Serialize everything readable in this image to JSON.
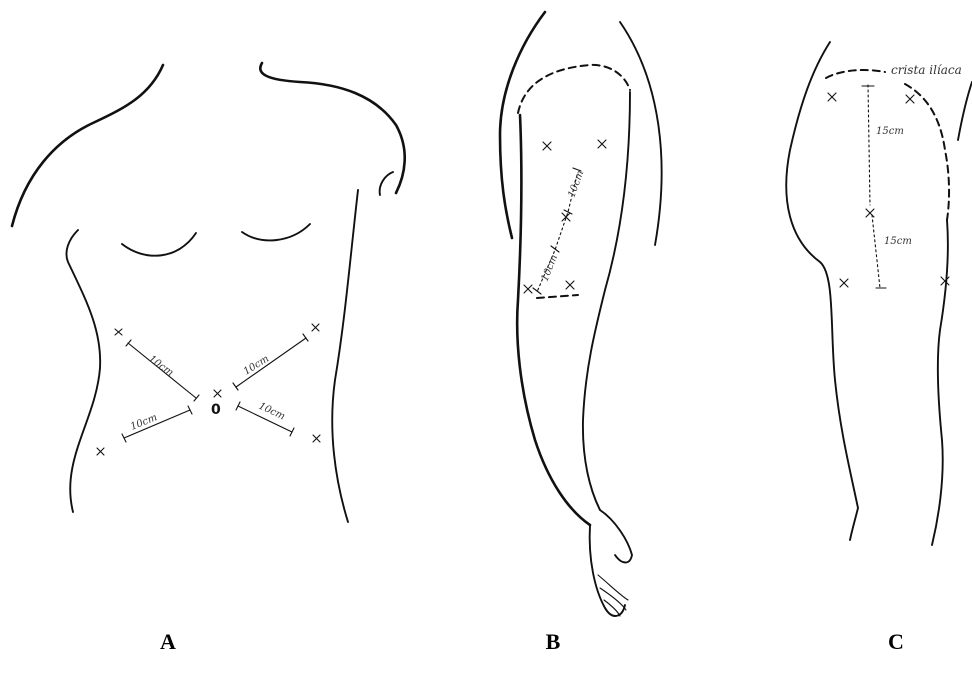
{
  "panels": [
    {
      "label": "A",
      "measures": [
        "10cm",
        "10cm",
        "10cm",
        "10cm"
      ],
      "navel_mark": "0"
    },
    {
      "label": "B",
      "measures": [
        "10cm",
        "10cm"
      ]
    },
    {
      "label": "C",
      "annotation": "crista ilíaca",
      "measures": [
        "15cm",
        "15cm"
      ]
    }
  ],
  "icons": {
    "mark": "x-mark-icon"
  }
}
